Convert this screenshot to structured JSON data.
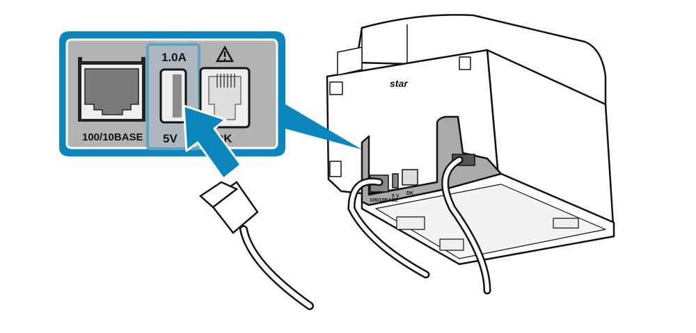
{
  "callout": {
    "lan_label": "100/10BASE",
    "usb_current": "1.0A",
    "usb_voltage": "5V",
    "dk_label": "DK",
    "warning_icon": "warning-triangle-icon"
  },
  "printer": {
    "logo": "star",
    "lan_label": "100/10BASE",
    "usb_label": "5 V",
    "dk_label": "DK"
  },
  "colors": {
    "accent_blue": "#0a86bd",
    "panel_gray": "#b3b3b3",
    "port_gray": "#7a7a7a",
    "outline": "#111111"
  }
}
